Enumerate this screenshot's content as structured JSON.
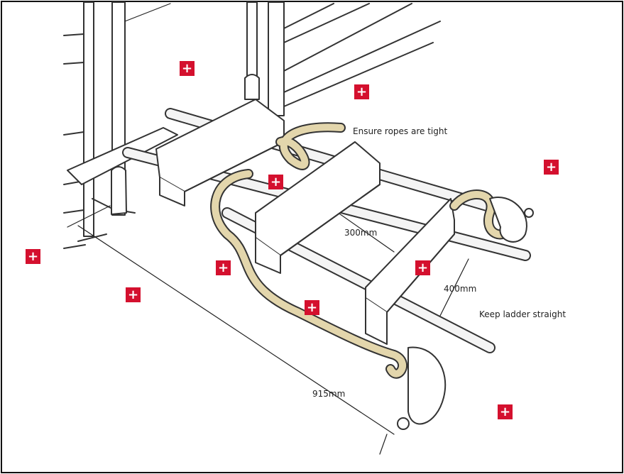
{
  "labels": {
    "ropes_tight": "Ensure ropes are tight",
    "step_spacing": "300mm",
    "rope_spacing": "400mm",
    "keep_straight": "Keep ladder straight",
    "length": "915mm"
  },
  "hotspots": [
    "+",
    "+",
    "+",
    "+",
    "+",
    "+",
    "+",
    "+",
    "+",
    "+"
  ],
  "colors": {
    "hotspot": "#d4102e",
    "rope": "#e3d6ac",
    "line": "#333333"
  }
}
